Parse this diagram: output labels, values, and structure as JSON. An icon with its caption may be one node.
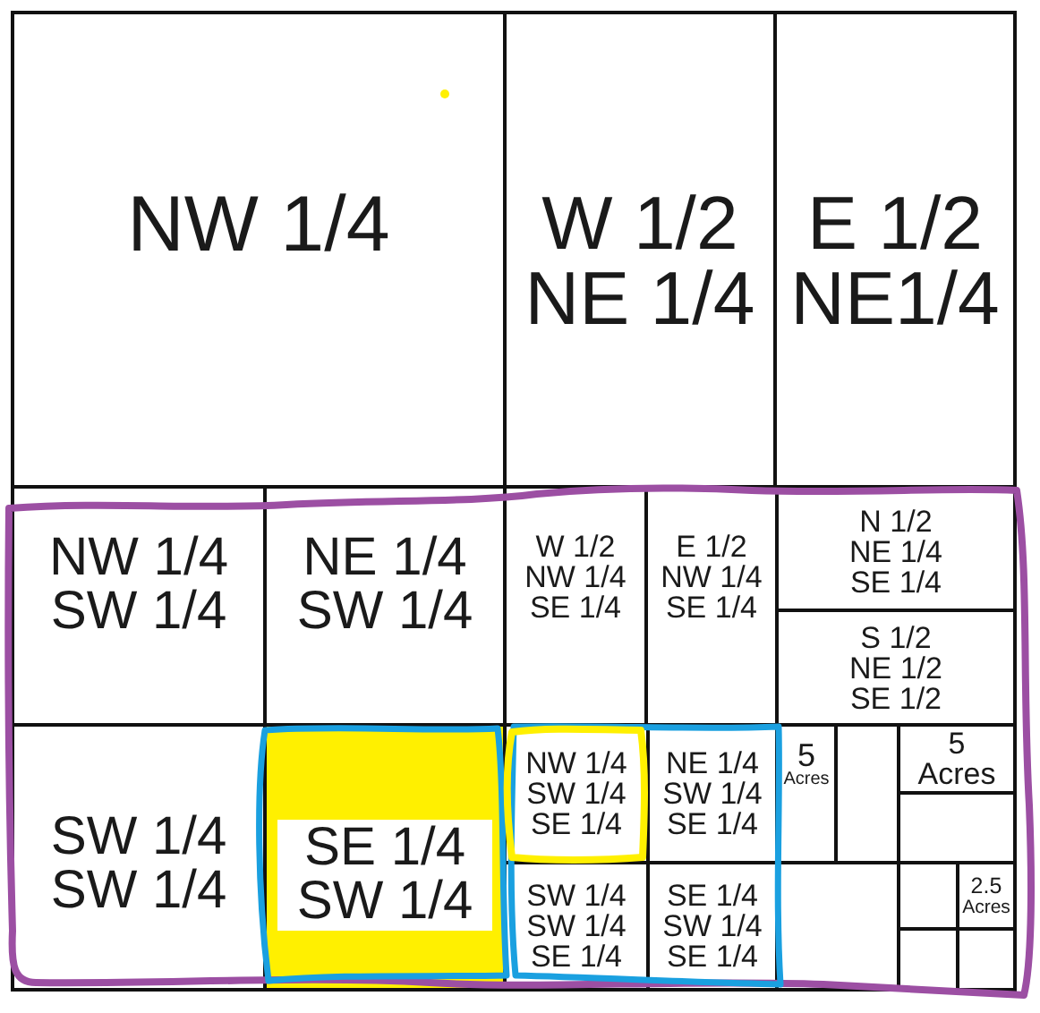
{
  "diagram": {
    "nodes": [
      {
        "text": [
          "NW 1/4"
        ]
      },
      {
        "text": [
          "W 1/2 NE 1/4"
        ]
      },
      {
        "text": [
          "E 1/2 NE1/4"
        ]
      },
      {
        "text": [
          "NW 1/4 SW 1/4"
        ]
      },
      {
        "text": [
          "NE 1/4 SW 1/4"
        ]
      },
      {
        "text": [
          "W 1/2 NW 1/4 SE 1/4"
        ]
      },
      {
        "text": [
          "E 1/2 NW 1/4 SE 1/4"
        ]
      },
      {
        "text": [
          "N 1/2 NE 1/4 SE 1/4"
        ]
      },
      {
        "text": [
          "S 1/2 NE 1/2 SE 1/2"
        ]
      },
      {
        "text": [
          "SW 1/4 SW 1/4"
        ]
      },
      {
        "text": [
          "SE 1/4 SW 1/4"
        ]
      },
      {
        "text": [
          "NW 1/4 SW 1/4 SE 1/4"
        ]
      },
      {
        "text": [
          "NE 1/4 SW 1/4 SE 1/4"
        ]
      },
      {
        "text": [
          "5",
          "Acres"
        ]
      },
      {
        "text": [],
        "shape": "box"
      },
      {
        "text": [
          "5",
          "Acres"
        ]
      },
      {
        "text": [],
        "shape": "box"
      },
      {
        "text": [
          "SW 1/4 SW 1/4 SE 1/4"
        ]
      },
      {
        "text": [
          "SE 1/4 SW 1/4 SE 1/4"
        ]
      },
      {
        "text": [],
        "shape": "box"
      },
      {
        "text": [],
        "shape": "box"
      },
      {
        "text": [
          "2.5",
          "Acres"
        ]
      },
      {
        "text": [],
        "shape": "box"
      },
      {
        "text": [],
        "shape": "box"
      }
    ]
  }
}
